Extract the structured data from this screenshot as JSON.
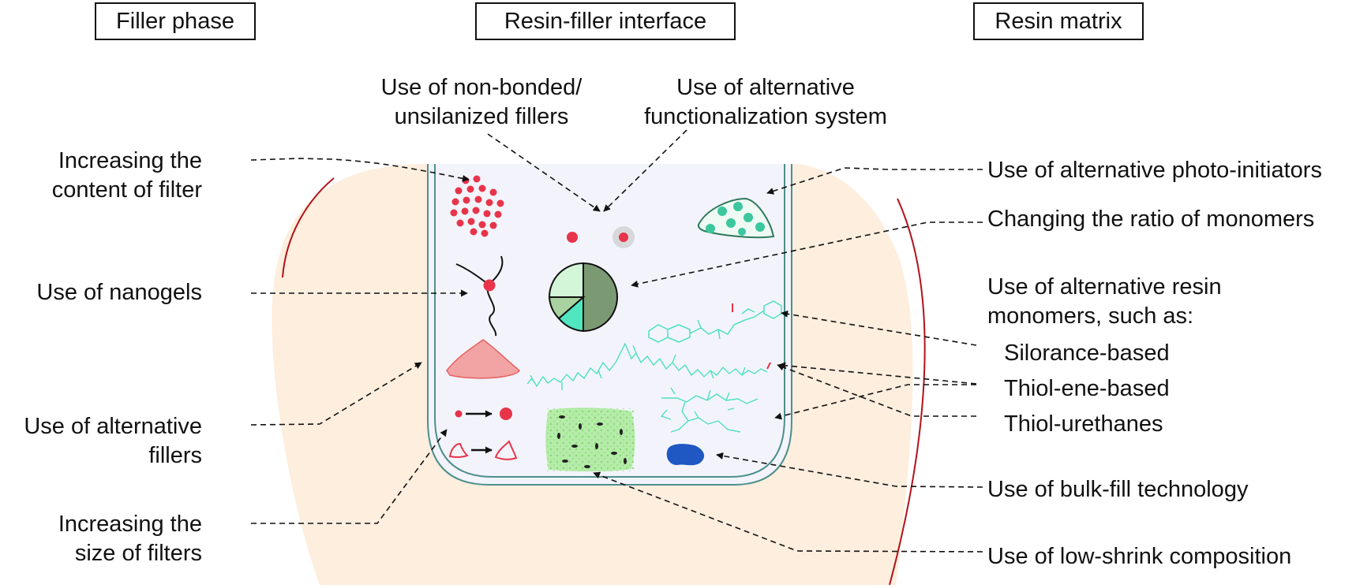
{
  "headers": {
    "filler_phase": "Filler phase",
    "interface": "Resin-filler interface",
    "resin_matrix": "Resin matrix"
  },
  "left_labels": {
    "content": [
      "Increasing the",
      "content of filter"
    ],
    "nanogels": "Use of nanogels",
    "alt_fillers": [
      "Use of alternative",
      "fillers"
    ],
    "size": [
      "Increasing the",
      "size of filters"
    ]
  },
  "top_labels": {
    "non_bonded": [
      "Use of non-bonded/",
      "unsilanized fillers"
    ],
    "functionalization": [
      "Use of alternative",
      "functionalization system"
    ]
  },
  "right_labels": {
    "photo_initiators": "Use of alternative photo-initiators",
    "ratio": "Changing the ratio of monomers",
    "resin_monomers": [
      "Use of alternative resin",
      "monomers, such as:"
    ],
    "silorance": "Silorance-based",
    "thiol_ene": "Thiol-ene-based",
    "thiol_urethanes": "Thiol-urethanes",
    "bulk_fill": "Use of bulk-fill technology",
    "low_shrink": "Use of low-shrink composition"
  },
  "colors": {
    "tooth_fill": "#fdeedd",
    "cavity_fill": "#f3f4fb",
    "wall_stroke": "#4e8f8c",
    "red_particles": "#e8344a",
    "green_particles": "#3cc79e",
    "dark_red_line": "#b3121b",
    "bulk_fill_blob": "#1f57c3",
    "monomer_lines": "#4fe0c2",
    "low_shrink_block": "#b4eca8"
  }
}
